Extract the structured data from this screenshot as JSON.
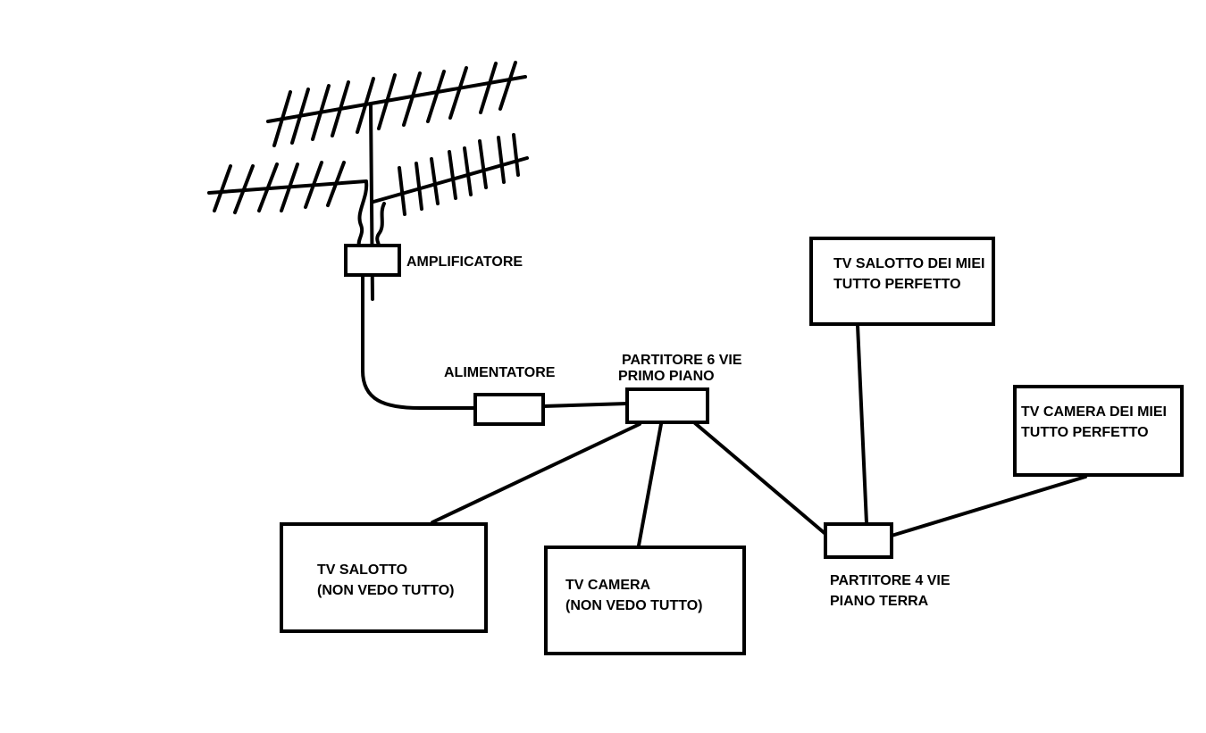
{
  "labels": {
    "amplifier": "AMPLIFICATORE",
    "power_supply": "ALIMENTATORE",
    "splitter_6_line1": "PARTITORE 6 VIE",
    "splitter_6_line2": "PRIMO PIANO",
    "splitter_4_line1": "PARTITORE 4 VIE",
    "splitter_4_line2": "PIANO TERRA",
    "tv_salotto_line1": "TV SALOTTO",
    "tv_salotto_line2": "(NON VEDO TUTTO)",
    "tv_camera_line1": "TV CAMERA",
    "tv_camera_line2": "(NON VEDO TUTTO)",
    "tv_salotto_miei_line1": "TV SALOTTO DEI MIEI",
    "tv_salotto_miei_line2": "TUTTO PERFETTO",
    "tv_camera_miei_line1": "TV CAMERA DEI MIEI",
    "tv_camera_miei_line2": "TUTTO PERFETTO"
  },
  "colors": {
    "ink": "#000000",
    "background": "#ffffff"
  }
}
